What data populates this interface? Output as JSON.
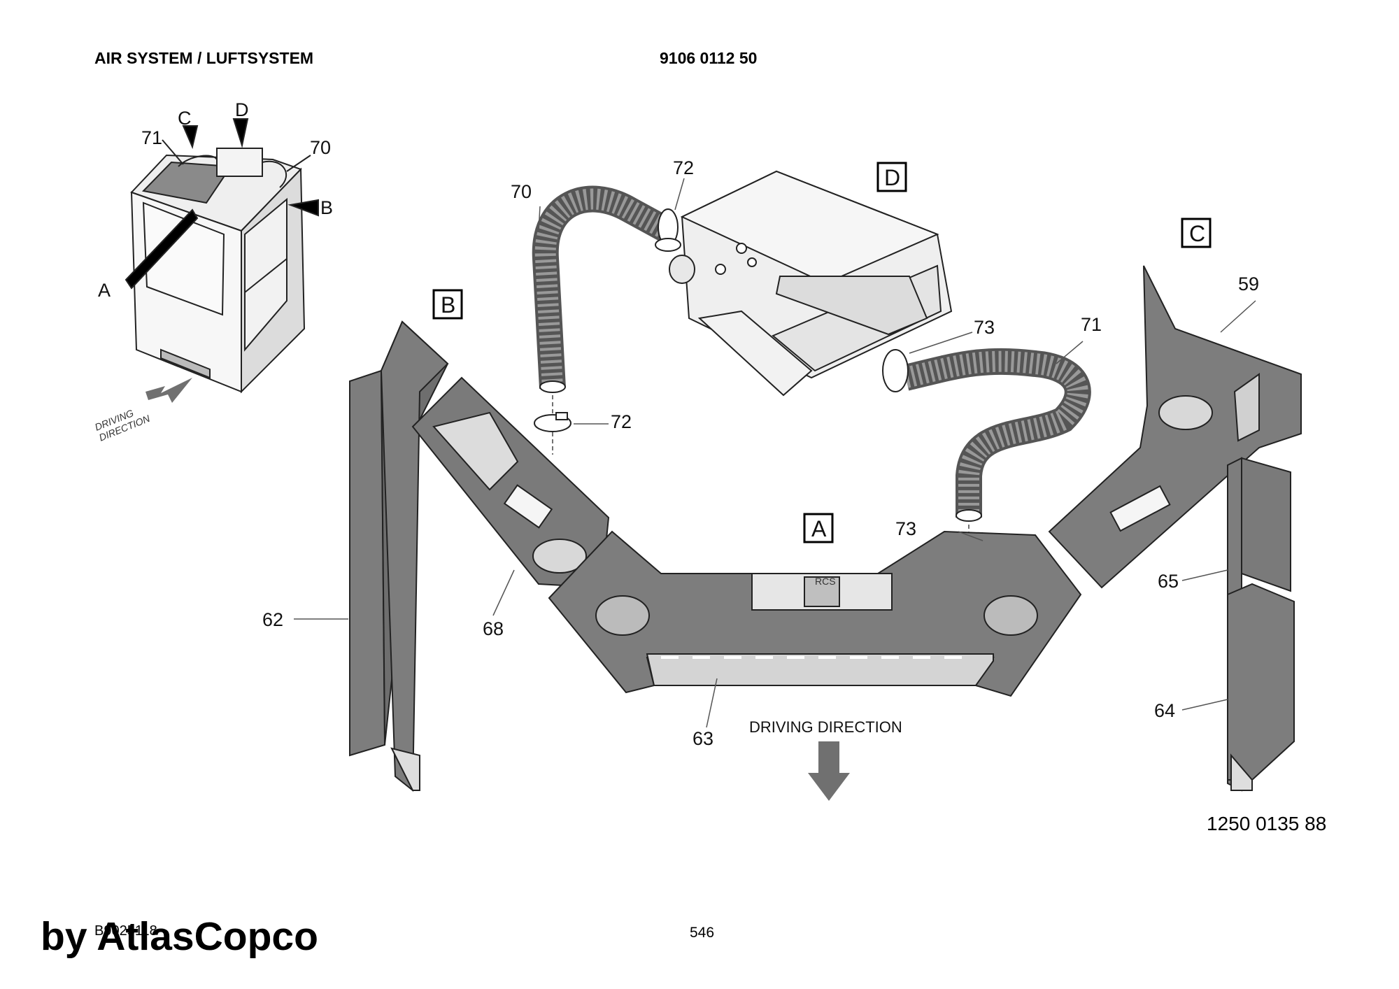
{
  "header": {
    "title": "AIR SYSTEM / LUFTSYSTEM",
    "doc_number": "9106 0112 50"
  },
  "footer": {
    "code": "B9025118",
    "page": "546",
    "brand": "by AtlasCopco"
  },
  "drawing": {
    "part_number": "1250 0135 88",
    "detail_labels": [
      "A",
      "B",
      "C",
      "D"
    ],
    "callouts": [
      "59",
      "62",
      "63",
      "64",
      "65",
      "68",
      "70",
      "71",
      "72",
      "73"
    ],
    "driving_direction": "DRIVING DIRECTION",
    "overview_direction_line1": "DRIVING",
    "overview_direction_line2": "DIRECTION",
    "rcs_label": "RCS"
  },
  "colors": {
    "panel": "#7d7d7d",
    "panel_dark": "#5e5e5e",
    "light": "#e6e6e6",
    "arrow": "#707070"
  }
}
